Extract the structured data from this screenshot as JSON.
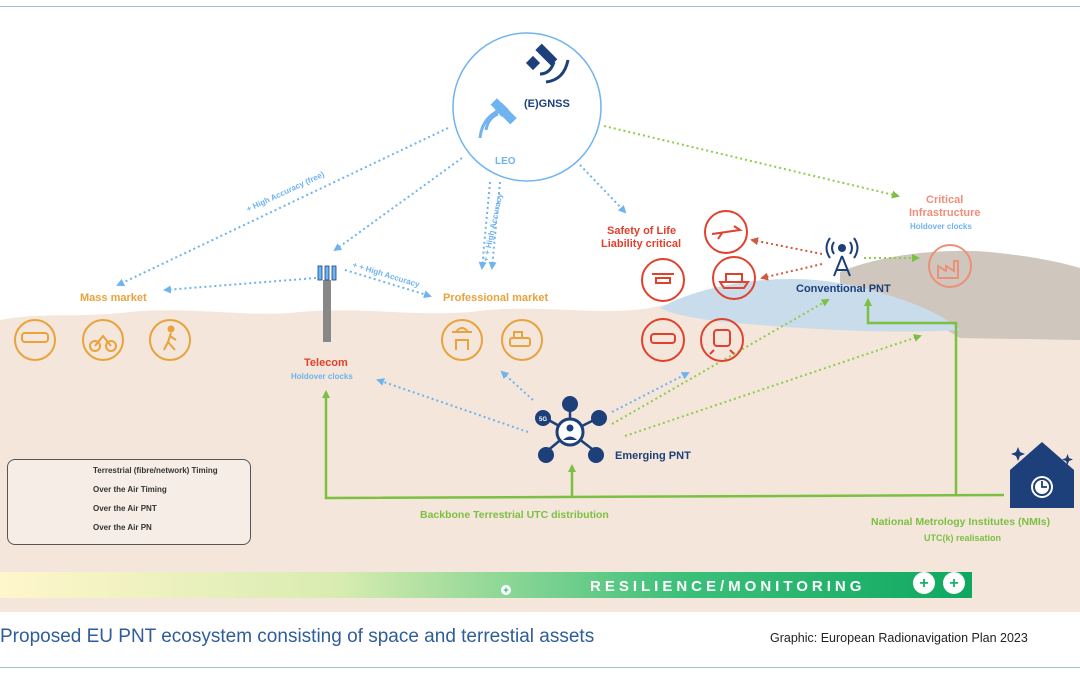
{
  "diagram": {
    "space": {
      "egnss_label": "(E)GNSS",
      "leo_label": "LEO"
    },
    "edge_labels": {
      "high_accuracy_free": "+ High Accuracy (free)",
      "high_accuracy_pro": "+ + High Accuracy",
      "high_accuracy_telecom": "+ + High Accuracy"
    },
    "mass_market": {
      "title": "Mass market",
      "icons": [
        "car-icon",
        "bicycle-icon",
        "walking-person-icon"
      ]
    },
    "professional_market": {
      "title": "Professional market",
      "icons": [
        "farmer-icon",
        "bulldozer-icon"
      ]
    },
    "safety_of_life": {
      "title_line1": "Safety of Life",
      "title_line2": "Liability critical",
      "icons": [
        "drone-icon",
        "airplane-icon",
        "ship-icon",
        "car-icon",
        "train-icon"
      ]
    },
    "critical_infrastructure": {
      "title_line1": "Critical",
      "title_line2": "Infrastructure",
      "subtitle": "Holdover clocks",
      "icons": [
        "factory-icon"
      ]
    },
    "telecom": {
      "title": "Telecom",
      "subtitle": "Holdover clocks"
    },
    "conventional_pnt": {
      "title": "Conventional PNT"
    },
    "emerging_pnt": {
      "title": "Emerging PNT",
      "hub_labels": [
        "5G"
      ]
    },
    "backbone": {
      "title": "Backbone Terrestrial UTC distribution"
    },
    "nmi": {
      "title": "National Metrology Institutes (NMIs)",
      "subtitle": "UTC(k) realisation"
    },
    "legend": {
      "items": [
        {
          "label": "Terrestrial (fibre/network) Timing",
          "color": "#7cc043",
          "style": "solid"
        },
        {
          "label": "Over the Air Timing",
          "color": "#8fcb4c",
          "style": "dotted"
        },
        {
          "label": "Over the Air PNT",
          "color": "#6fb3f0",
          "style": "dotted"
        },
        {
          "label": "Over the Air PN",
          "color": "#d0593e",
          "style": "dotted"
        }
      ]
    },
    "resilience": {
      "label": "RESILIENCE/MONITORING",
      "symbols": [
        "+",
        "+",
        "+"
      ]
    }
  },
  "caption": "Proposed EU PNT ecosystem consisting of space and terrestial assets",
  "source": "Graphic: European Radionavigation Plan 2023",
  "colors": {
    "terrestrial_green": "#7cc043",
    "pnt_blue": "#6fb3f0",
    "pn_red": "#d0593e",
    "mass_market_orange": "#e8a33c",
    "telecom_red": "#e0412c",
    "navy": "#1d3f7a",
    "ground": "#f4e6da",
    "resilience_green": "#17b169"
  }
}
